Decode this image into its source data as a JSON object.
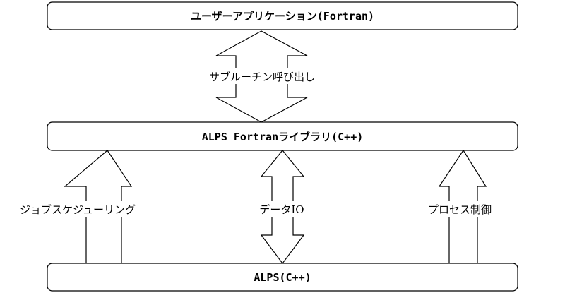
{
  "boxes": {
    "user_app": "ユーザーアプリケーション(Fortran)",
    "alps_fortran_lib": "ALPS Fortranライブラリ(C++)",
    "alps": "ALPS(C++)"
  },
  "arrows": {
    "subroutine_call": "サブルーチン呼び出し",
    "job_scheduling": "ジョブスケジューリング",
    "data_io": "データIO",
    "process_control": "プロセス制御"
  }
}
